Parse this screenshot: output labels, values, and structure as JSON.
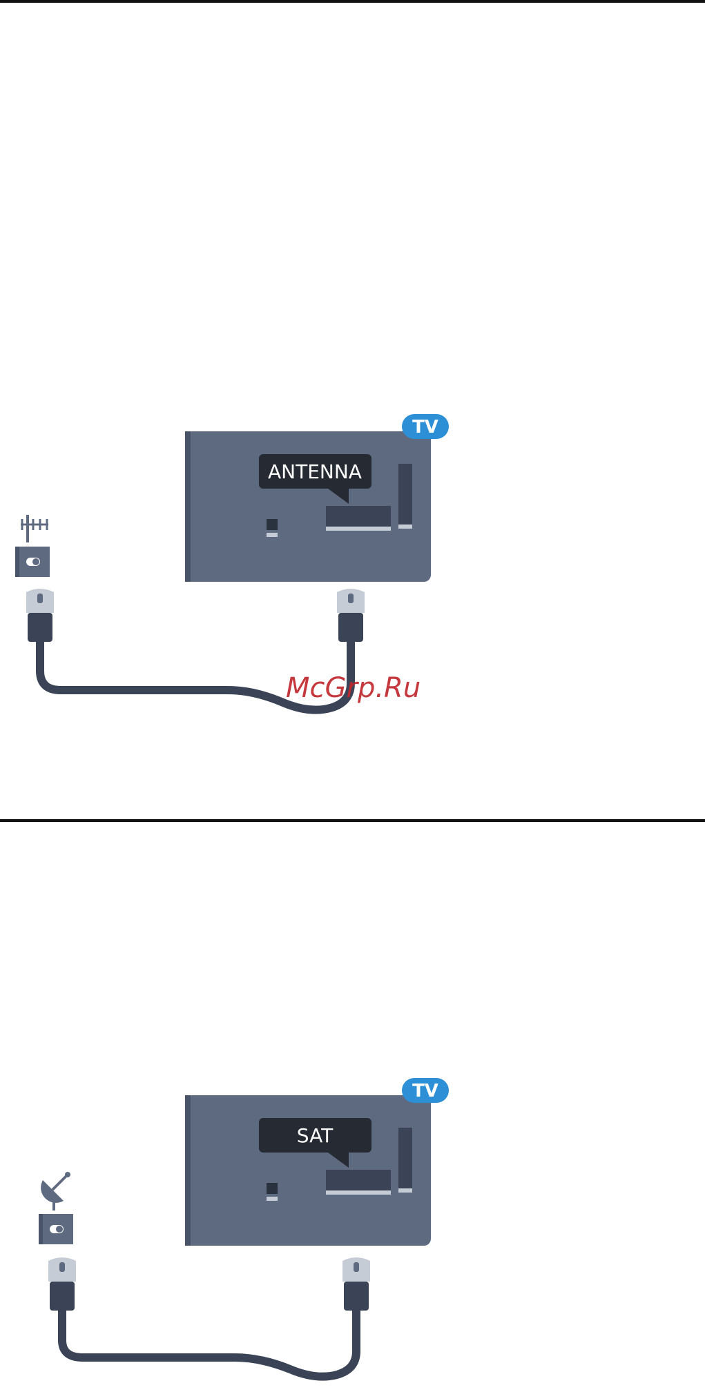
{
  "antenna_diagram": {
    "tv_badge": "TV",
    "port_label": "ANTENNA",
    "source_icon": "antenna-icon"
  },
  "satellite_diagram": {
    "tv_badge": "TV",
    "port_label": "SAT",
    "source_icon": "satellite-dish-icon"
  },
  "watermark": "McGrp.Ru",
  "colors": {
    "tv_panel": "#5e6a80",
    "tv_panel_edge": "#4a5468",
    "badge": "#2d8fd5",
    "bubble": "#262b33",
    "cable": "#3b4456",
    "plug_head": "#c6ccd6",
    "rule": "#111111",
    "watermark": "#c0272d"
  }
}
